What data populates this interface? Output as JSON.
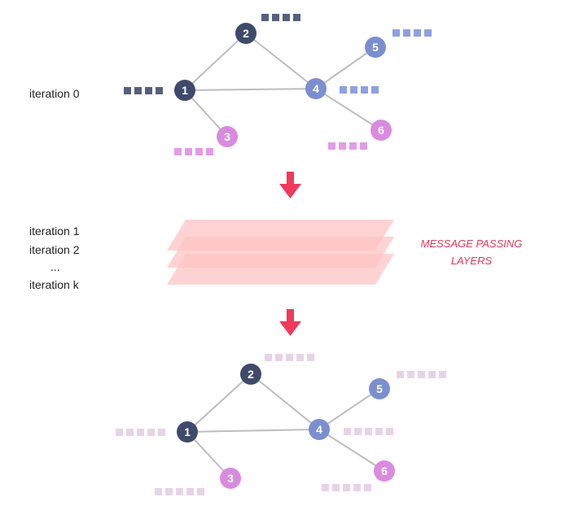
{
  "labels": {
    "iteration0": "iteration 0",
    "iteration1": "iteration 1",
    "iteration2": "iteration 2",
    "ellipsis": "...",
    "iterationk": "iteration k",
    "message_line1": "MESSAGE PASSING",
    "message_line2": "LAYERS"
  },
  "nodes": [
    {
      "id": "1",
      "label": "1",
      "color": "#3f4a6b"
    },
    {
      "id": "2",
      "label": "2",
      "color": "#3f4a6b"
    },
    {
      "id": "3",
      "label": "3",
      "color": "#d98be0"
    },
    {
      "id": "4",
      "label": "4",
      "color": "#7b8fd0"
    },
    {
      "id": "5",
      "label": "5",
      "color": "#7b8fd0"
    },
    {
      "id": "6",
      "label": "6",
      "color": "#d98be0"
    }
  ],
  "edges": [
    [
      "1",
      "2"
    ],
    [
      "1",
      "4"
    ],
    [
      "1",
      "3"
    ],
    [
      "2",
      "4"
    ],
    [
      "4",
      "5"
    ],
    [
      "4",
      "6"
    ]
  ],
  "colors": {
    "edge": "#bdbdbd",
    "arrow": "#f0395b",
    "layer": "#ffc4c4",
    "emb_dark": "#56607e",
    "emb_blue": "#8ea0e0",
    "emb_pink": "#e29ce8",
    "emb_final": "#e6d4e6"
  }
}
